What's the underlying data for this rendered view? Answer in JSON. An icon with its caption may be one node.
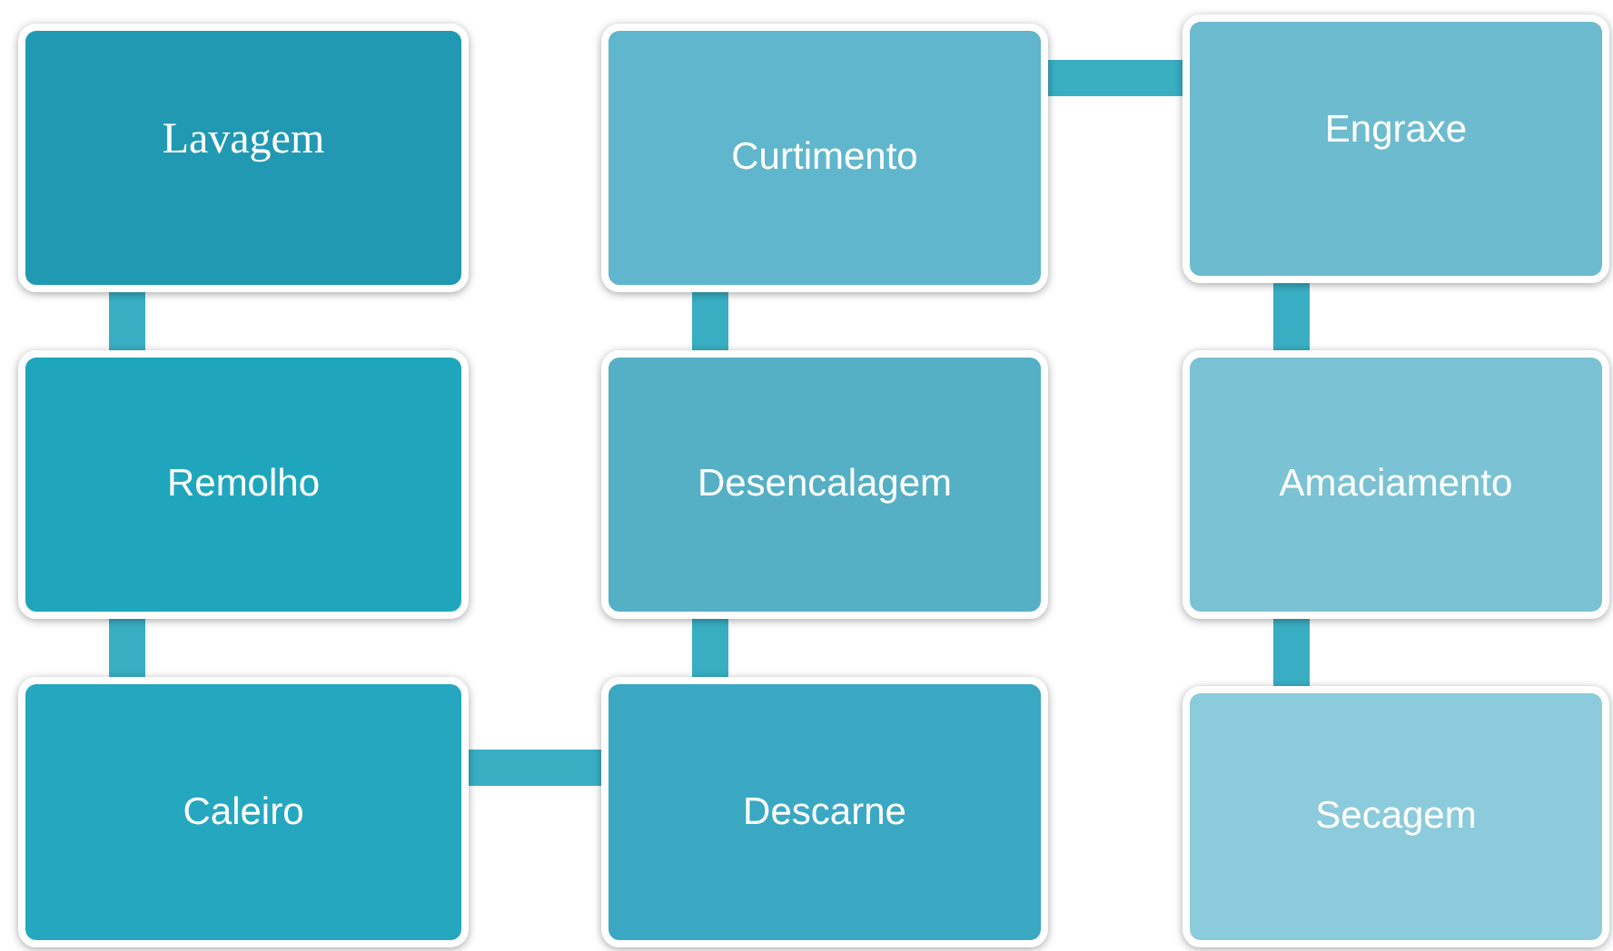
{
  "diagram": {
    "nodes": [
      {
        "text": [
          "Lavagem"
        ]
      },
      {
        "text": [
          "Remolho"
        ]
      },
      {
        "text": [
          "Caleiro"
        ]
      },
      {
        "text": [
          "Descarne"
        ]
      },
      {
        "text": [
          "Desencalagem"
        ]
      },
      {
        "text": [
          "Curtimento"
        ]
      },
      {
        "text": [
          "Engraxe"
        ]
      },
      {
        "text": [
          "Amaciamento"
        ]
      },
      {
        "text": [
          "Secagem"
        ]
      }
    ],
    "edges": [
      {
        "from": 0,
        "to": 1,
        "arrow": "none"
      },
      {
        "from": 1,
        "to": 2,
        "arrow": "none"
      },
      {
        "from": 2,
        "to": 3,
        "arrow": "none"
      },
      {
        "from": 3,
        "to": 4,
        "arrow": "none"
      },
      {
        "from": 4,
        "to": 5,
        "arrow": "none"
      },
      {
        "from": 5,
        "to": 6,
        "arrow": "none"
      },
      {
        "from": 6,
        "to": 7,
        "arrow": "none"
      },
      {
        "from": 7,
        "to": 8,
        "arrow": "none"
      }
    ]
  }
}
